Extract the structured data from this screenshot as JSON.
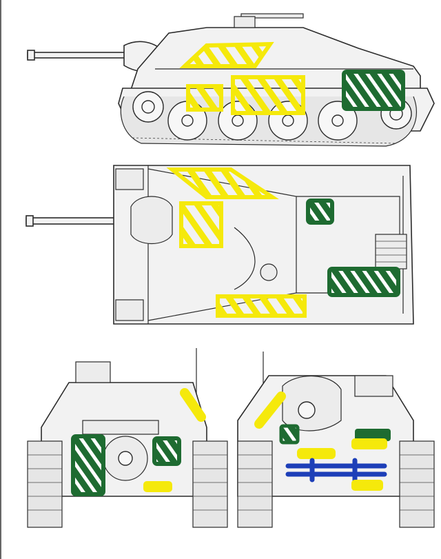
{
  "figure": {
    "views": [
      {
        "id": "side",
        "name": "side-view"
      },
      {
        "id": "top",
        "name": "top-view"
      },
      {
        "id": "front",
        "name": "front-view"
      },
      {
        "id": "rear",
        "name": "rear-view"
      }
    ]
  },
  "colors": {
    "yellow_marking": "#f5e90b",
    "green_marking": "#1e6b31",
    "blue_marking": "#1d3fb8",
    "line": "#2b2b2b",
    "vehicle_fill": "#f2f2f2",
    "background": "#ffffff"
  },
  "markings": [
    {
      "view": "side",
      "color": "yellow",
      "style": "striped-outline"
    },
    {
      "view": "side",
      "color": "yellow",
      "style": "striped-outline"
    },
    {
      "view": "side",
      "color": "yellow",
      "style": "striped-outline"
    },
    {
      "view": "side",
      "color": "green",
      "style": "striped-filled"
    },
    {
      "view": "top",
      "color": "yellow",
      "style": "striped-outline"
    },
    {
      "view": "top",
      "color": "yellow",
      "style": "striped-outline"
    },
    {
      "view": "top",
      "color": "yellow",
      "style": "striped-outline"
    },
    {
      "view": "top",
      "color": "green",
      "style": "striped-filled"
    },
    {
      "view": "top",
      "color": "green",
      "style": "striped-filled"
    },
    {
      "view": "front",
      "color": "green",
      "style": "striped-filled"
    },
    {
      "view": "front",
      "color": "green",
      "style": "striped-filled"
    },
    {
      "view": "front",
      "color": "yellow",
      "style": "stroke"
    },
    {
      "view": "front",
      "color": "yellow",
      "style": "filled"
    },
    {
      "view": "rear",
      "color": "yellow",
      "style": "stroke"
    },
    {
      "view": "rear",
      "color": "green",
      "style": "striped-filled"
    },
    {
      "view": "rear",
      "color": "green",
      "style": "filled"
    },
    {
      "view": "rear",
      "color": "yellow",
      "style": "filled"
    },
    {
      "view": "rear",
      "color": "yellow",
      "style": "filled"
    },
    {
      "view": "rear",
      "color": "blue",
      "style": "outline"
    },
    {
      "view": "rear",
      "color": "yellow",
      "style": "filled"
    }
  ]
}
